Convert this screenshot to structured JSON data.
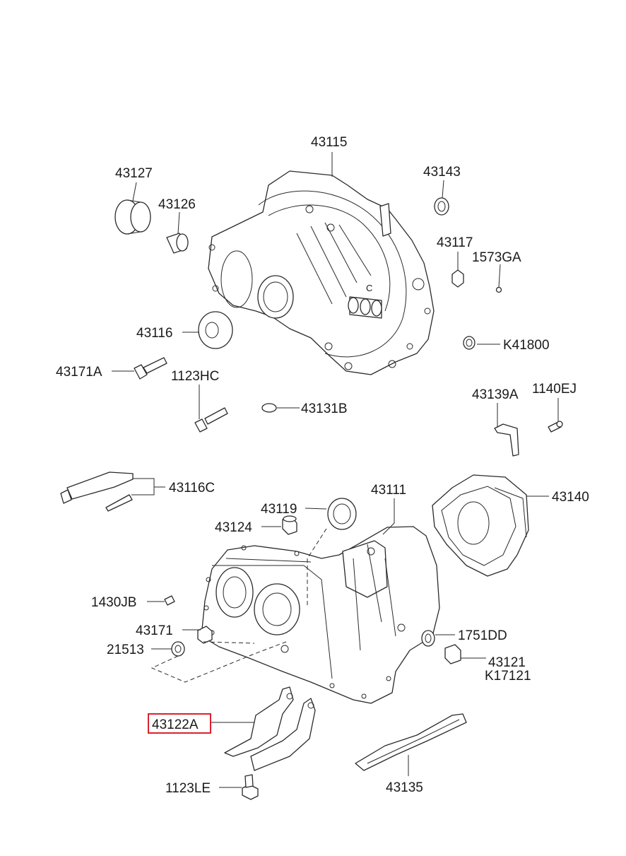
{
  "diagram": {
    "highlight_color": "#d9232d",
    "highlighted_part": "43122A",
    "labels": {
      "p43115": "43115",
      "p43127": "43127",
      "p43126": "43126",
      "p43143": "43143",
      "p43117": "43117",
      "p1573GA": "1573GA",
      "p43116": "43116",
      "pK41800": "K41800",
      "p43171A": "43171A",
      "p1123HC": "1123HC",
      "p43131B": "43131B",
      "p43139A": "43139A",
      "p1140EJ": "1140EJ",
      "p43116C": "43116C",
      "p43111": "43111",
      "p43140": "43140",
      "p43119": "43119",
      "p43124": "43124",
      "p1430JB": "1430JB",
      "p43171": "43171",
      "p21513": "21513",
      "p1751DD": "1751DD",
      "p43121": "43121",
      "pK17121": "K17121",
      "p43122A": "43122A",
      "p1123LE": "1123LE",
      "p43135": "43135"
    }
  }
}
